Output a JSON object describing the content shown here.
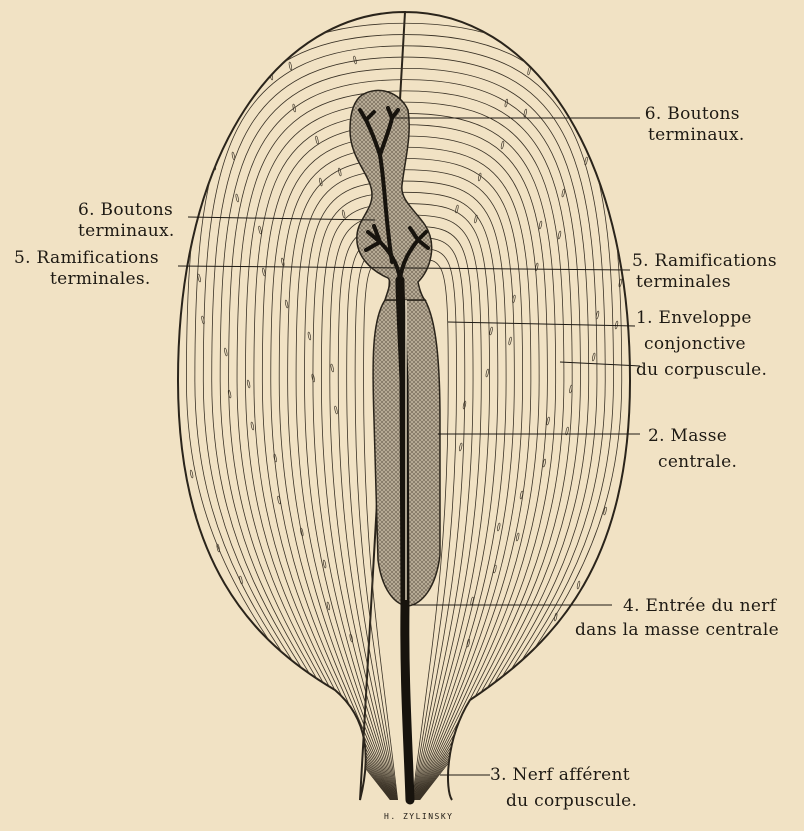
{
  "labels": {
    "boutons_right": [
      "6. Boutons",
      "terminaux."
    ],
    "boutons_left": [
      "6. Boutons",
      "terminaux."
    ],
    "ramif_left": [
      "5. Ramifications",
      "terminales."
    ],
    "ramif_right": [
      "5. Ramifications",
      "terminales"
    ],
    "enveloppe": [
      "1. Enveloppe",
      "conjonctive",
      "du corpuscule."
    ],
    "masse": [
      "2. Masse",
      "centrale."
    ],
    "entree": [
      "4. Entrée du nerf",
      "dans la masse centrale"
    ],
    "nerf": [
      "3. Nerf afférent",
      "du corpuscule."
    ]
  },
  "signature": "H. ZYLINSKY",
  "colors": {
    "paper": "#f1e2c4",
    "ink": "#1e1a14",
    "mass_fill": "#b7ab96"
  }
}
